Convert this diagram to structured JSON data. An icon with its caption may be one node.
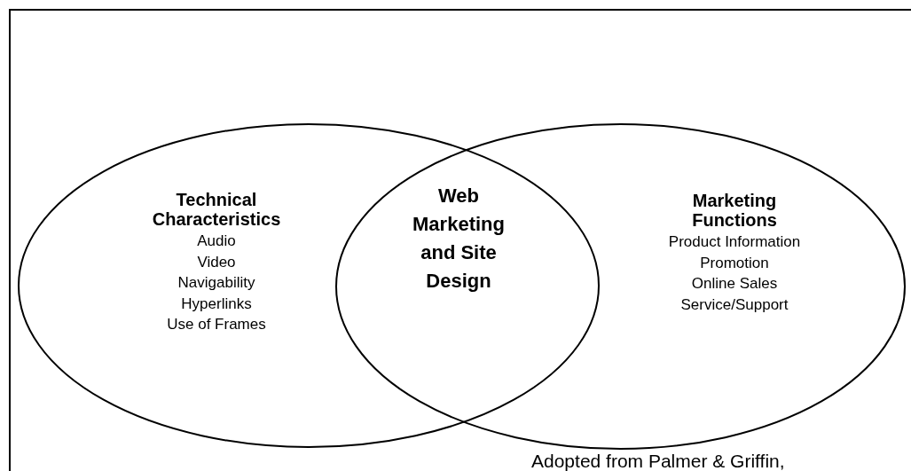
{
  "diagram": {
    "nodes": [
      {
        "text": [
          "Adopted from Palmer & Griffin,"
        ]
      },
      {
        "text": [
          "Technical Characteristics",
          "Audio",
          "Video",
          "Navigability",
          "Hyperlinks",
          "Use of Frames"
        ],
        "in": 0
      },
      {
        "text": [
          "Marketing Functions",
          "Product Information",
          "Promotion",
          "Online Sales",
          "Service/Support"
        ],
        "in": 0
      }
    ],
    "labels": [
      "Web Marketing and Site Design"
    ]
  }
}
